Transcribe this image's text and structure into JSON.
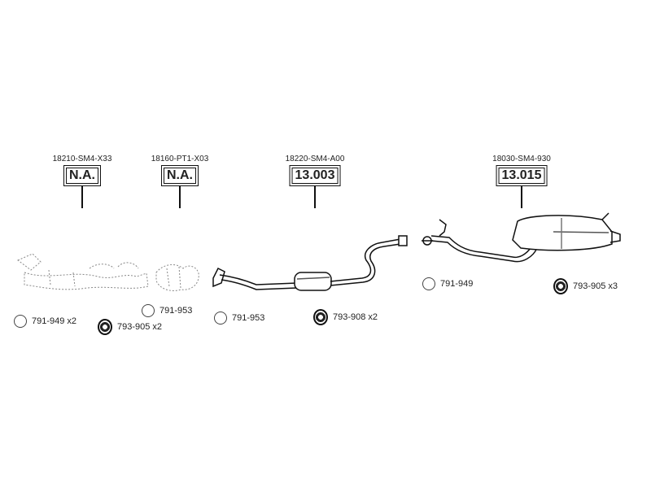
{
  "parts": [
    {
      "part_number": "18210-SM4-X33",
      "code": "N.A."
    },
    {
      "part_number": "18160-PT1-X03",
      "code": "N.A."
    },
    {
      "part_number": "18220-SM4-A00",
      "code": "13.003"
    },
    {
      "part_number": "18030-SM4-930",
      "code": "13.015"
    }
  ],
  "accessories": [
    {
      "label": "791-949 x2",
      "icon": "ring-clamp-icon"
    },
    {
      "label": "793-905 x2",
      "icon": "rubber-hanger-icon"
    },
    {
      "label": "791-953",
      "icon": "ring-clamp-icon"
    },
    {
      "label": "791-953",
      "icon": "ring-clamp-icon"
    },
    {
      "label": "793-908 x2",
      "icon": "rubber-hanger-icon"
    },
    {
      "label": "791-949",
      "icon": "ring-clamp-icon"
    },
    {
      "label": "793-905 x3",
      "icon": "rubber-hanger-icon"
    }
  ]
}
